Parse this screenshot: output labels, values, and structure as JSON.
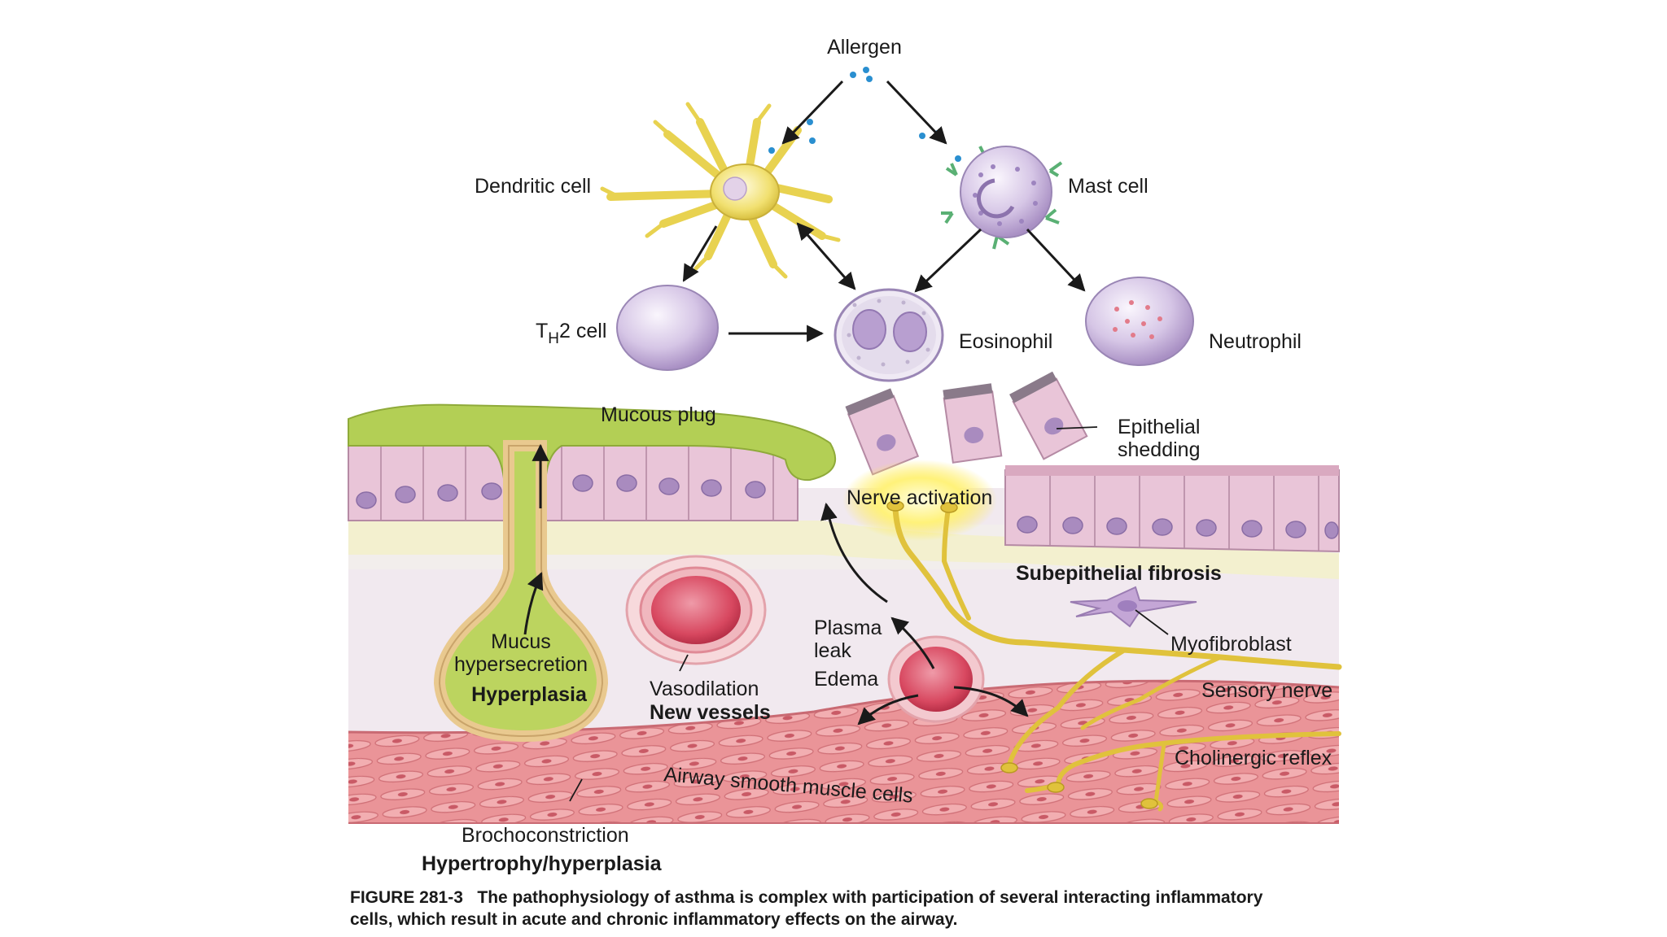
{
  "labels": {
    "allergen": "Allergen",
    "dendritic_cell": "Dendritic cell",
    "mast_cell": "Mast cell",
    "th2_cell_t": "T",
    "th2_cell_sub": "H",
    "th2_cell_rest": "2 cell",
    "eosinophil": "Eosinophil",
    "neutrophil": "Neutrophil",
    "mucous_plug": "Mucous plug",
    "epithelial_shedding_1": "Epithelial",
    "epithelial_shedding_2": "shedding",
    "nerve_activation": "Nerve activation",
    "subepithelial_fibrosis": "Subepithelial fibrosis",
    "myofibroblast": "Myofibroblast",
    "sensory_nerve": "Sensory nerve",
    "cholinergic_reflex": "Cholinergic reflex",
    "mucus_1": "Mucus",
    "mucus_2": "hypersecretion",
    "hyperplasia": "Hyperplasia",
    "vasodilation": "Vasodilation",
    "new_vessels": "New vessels",
    "plasma_1": "Plasma",
    "plasma_2": "leak",
    "edema": "Edema",
    "airway_smooth_muscle": "Airway smooth muscle cells",
    "brochoconstriction": "Brochoconstriction",
    "hypertrophy": "Hypertrophy/hyperplasia"
  },
  "caption": {
    "line1": "FIGURE 281-3   The pathophysiology of asthma is complex with participation of several interacting inflammatory",
    "line2": "cells, which result in acute and chronic inflammatory effects on the airway."
  },
  "colors": {
    "dendritic": "#f2e36a",
    "cell_purple": "#c9b6dd",
    "epithelium": "#e6c3d6",
    "nucleus": "#a98bbf",
    "mucus": "#a9c845",
    "muscle": "#e58b90",
    "vessel": "#d94a62",
    "nerve": "#e3c23a"
  }
}
